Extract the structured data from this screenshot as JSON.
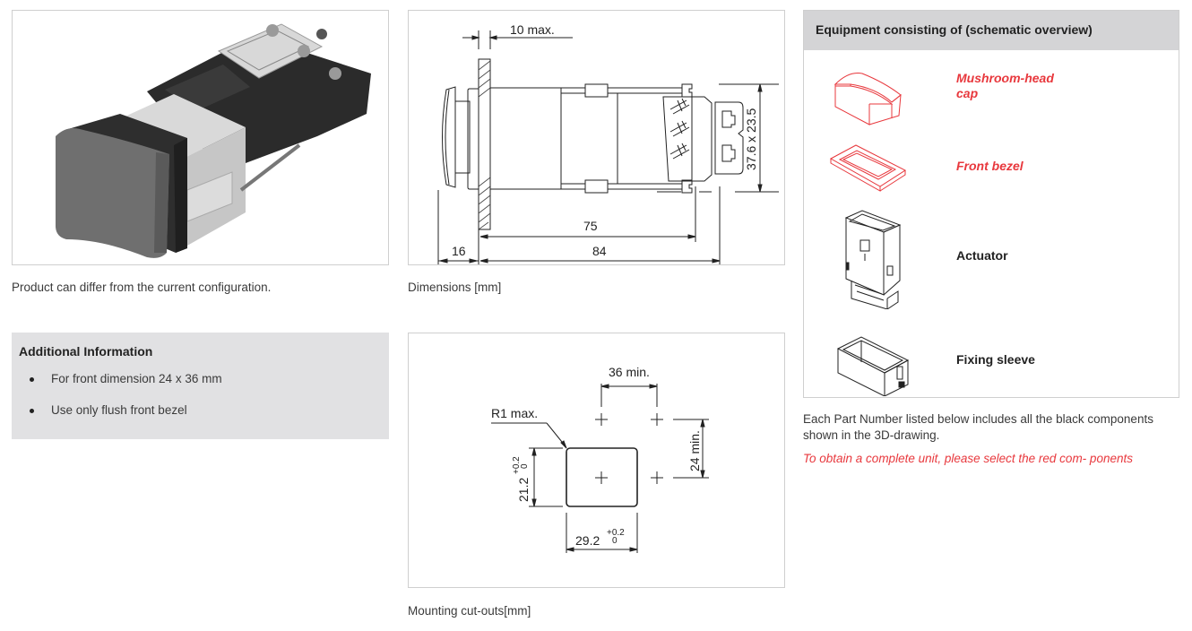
{
  "product_photo": {
    "alt": "Pushbutton product photo",
    "caption": "Product can differ from the current configuration."
  },
  "additional_info": {
    "title": "Additional Information",
    "items": [
      "For front dimension 24 x 36 mm",
      "Use only flush front bezel"
    ]
  },
  "dimensions_drawing": {
    "caption": "Dimensions [mm]",
    "labels": {
      "panel_thickness": "10 max.",
      "height_width": "37.6 x 23.5",
      "depth_75": "75",
      "depth_84": "84",
      "front_16": "16"
    }
  },
  "cutout_drawing": {
    "caption": "Mounting cut-outs[mm]",
    "labels": {
      "spacing_h": "36 min.",
      "spacing_v": "24 min.",
      "radius": "R1 max.",
      "height": "21.2",
      "height_tol_plus": "+0.2",
      "height_tol_minus": "0",
      "width": "29.2",
      "width_tol_plus": "+0.2",
      "width_tol_minus": "0"
    }
  },
  "equipment": {
    "title": "Equipment consisting of (schematic overview)",
    "items": [
      {
        "label_line1": "Mushroom-head",
        "label_line2": "cap",
        "color": "red",
        "icon": "mushroom-head-cap-icon"
      },
      {
        "label_line1": "Front bezel",
        "label_line2": "",
        "color": "red",
        "icon": "front-bezel-icon"
      },
      {
        "label_line1": "Actuator",
        "label_line2": "",
        "color": "black",
        "icon": "actuator-icon"
      },
      {
        "label_line1": "Fixing sleeve",
        "label_line2": "",
        "color": "black",
        "icon": "fixing-sleeve-icon"
      }
    ]
  },
  "notes": {
    "black_components": "Each Part Number listed below includes all the black components shown in the 3D-drawing.",
    "red_components": "To obtain a complete unit, please select the red com- ponents"
  },
  "colors": {
    "accent_red": "#e8383d",
    "info_box_bg": "#e1e1e3",
    "equip_header_bg": "#d4d4d6",
    "frame_border": "#cfcfcf"
  }
}
